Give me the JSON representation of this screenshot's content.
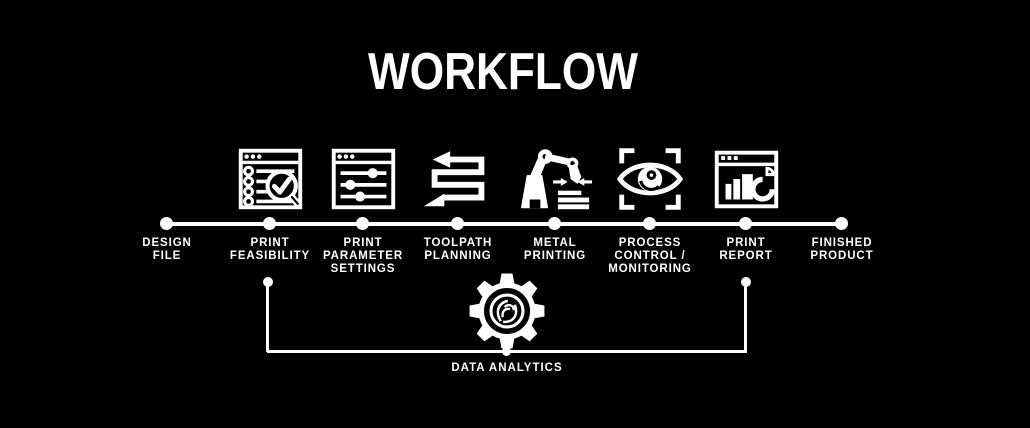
{
  "title": "WORKFLOW",
  "colors": {
    "background": "#000000",
    "foreground": "#ffffff"
  },
  "workflow": {
    "steps": [
      {
        "label": "DESIGN\nFILE",
        "icon": null
      },
      {
        "label": "PRINT\nFEASIBILITY",
        "icon": "print-feasibility-icon"
      },
      {
        "label": "PRINT\nPARAMETER\nSETTINGS",
        "icon": "print-parameter-settings-icon"
      },
      {
        "label": "TOOLPATH\nPLANNING",
        "icon": "toolpath-planning-icon"
      },
      {
        "label": "METAL\nPRINTING",
        "icon": "metal-printing-icon"
      },
      {
        "label": "PROCESS\nCONTROL /\nMONITORING",
        "icon": "process-control-monitoring-icon"
      },
      {
        "label": "PRINT\nREPORT",
        "icon": "print-report-icon"
      },
      {
        "label": "FINISHED\nPRODUCT",
        "icon": null
      }
    ]
  },
  "analytics": {
    "label": "DATA ANALYTICS",
    "icon": "gear-analytics-icon",
    "connected_steps": [
      "PRINT FEASIBILITY",
      "PRINT REPORT"
    ]
  }
}
